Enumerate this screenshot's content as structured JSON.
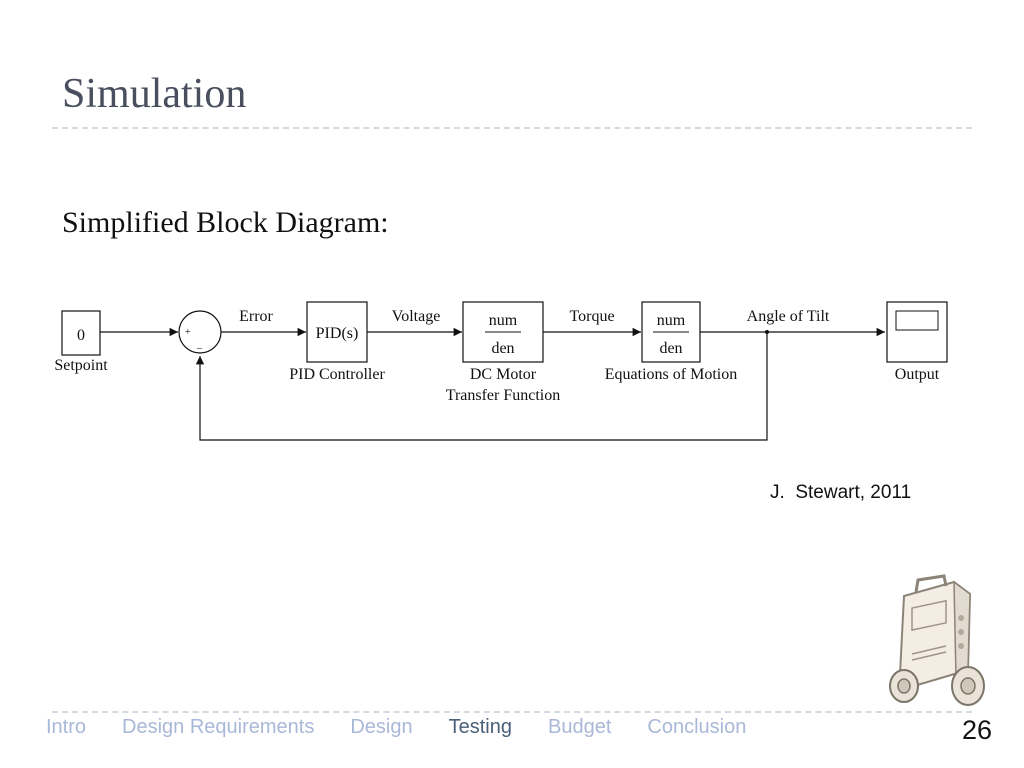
{
  "slide": {
    "title": "Simulation",
    "subtitle": "Simplified Block Diagram:",
    "credit": "J.  Stewart, 2011",
    "page_number": "26"
  },
  "diagram": {
    "setpoint_value": "0",
    "setpoint_label": "Setpoint",
    "sum_plus": "+",
    "sum_minus": "–",
    "error_label": "Error",
    "pid_block": "PID(s)",
    "pid_caption": "PID Controller",
    "voltage_label": "Voltage",
    "motor_num": "num",
    "motor_den": "den",
    "motor_caption_1": "DC Motor",
    "motor_caption_2": "Transfer Function",
    "torque_label": "Torque",
    "eom_num": "num",
    "eom_den": "den",
    "eom_caption": "Equations of Motion",
    "angle_label": "Angle of Tilt",
    "output_caption": "Output"
  },
  "nav": {
    "items": [
      {
        "label": "Intro",
        "active": false
      },
      {
        "label": "Design Requirements",
        "active": false
      },
      {
        "label": "Design",
        "active": false
      },
      {
        "label": "Testing",
        "active": true
      },
      {
        "label": "Budget",
        "active": false
      },
      {
        "label": "Conclusion",
        "active": false
      }
    ]
  },
  "colors": {
    "title": "#4a4f5f",
    "nav_inactive": "#a9b8d8",
    "nav_active": "#4a6078",
    "diagram_ink": "#111111"
  },
  "icons": {
    "robot": "segway-robot-icon"
  }
}
